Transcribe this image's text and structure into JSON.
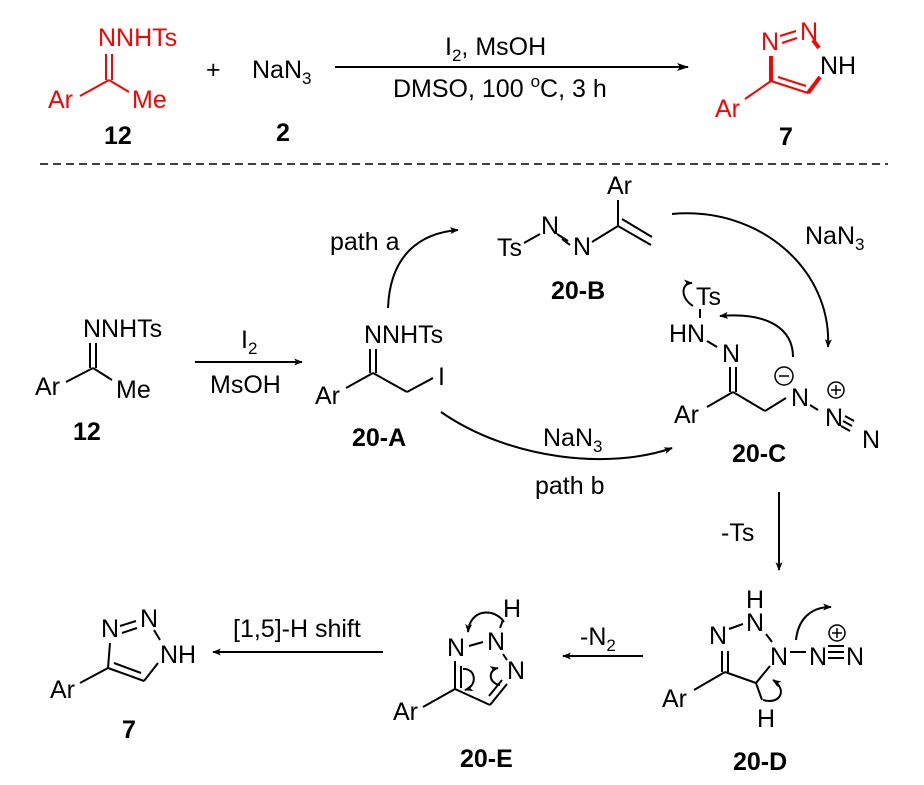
{
  "scheme": {
    "top_reaction": {
      "reactant1": {
        "group_top": "NNHTs",
        "left": "Ar",
        "right": "Me",
        "label": "12",
        "color": "#ff0000"
      },
      "plus": "+",
      "reactant2": {
        "formula": "NaN",
        "subscript": "3",
        "label": "2"
      },
      "conditions_above": {
        "reagent": "I",
        "reagent_sub": "2",
        "rest": ", MsOH"
      },
      "conditions_below": {
        "solvent": "DMSO, 100 ",
        "degree": "o",
        "rest": "C, 3 h"
      },
      "product": {
        "n1": "N",
        "n2": "N",
        "nh": "NH",
        "ar": "Ar",
        "label": "7",
        "color": "#ff0000"
      }
    },
    "mechanism": {
      "start": {
        "group_top": "NNHTs",
        "left": "Ar",
        "right": "Me",
        "label": "12"
      },
      "step1": {
        "above": "I",
        "above_sub": "2",
        "below": "MsOH"
      },
      "int_A": {
        "group_top": "NNHTs",
        "left": "Ar",
        "iodo": "I",
        "label": "20-A"
      },
      "path_a": "path a",
      "int_B": {
        "ts": "Ts",
        "n1": "N",
        "n2": "N",
        "ar": "Ar",
        "label": "20-B"
      },
      "nan3_top": {
        "formula": "NaN",
        "subscript": "3"
      },
      "int_C": {
        "ts": "Ts",
        "hn": "HN",
        "n": "N",
        "ar": "Ar",
        "na": "N",
        "nb": "N",
        "nc": "N",
        "minus": "−",
        "plus": "+",
        "label": "20-C"
      },
      "nan3_bottom": {
        "formula": "NaN",
        "subscript": "3"
      },
      "path_b": "path b",
      "step_ts": "-Ts",
      "int_D": {
        "h_top": "H",
        "n_top": "N",
        "n_left": "N",
        "n_ring": "N",
        "n_az1": "N",
        "n_az2": "N",
        "ar": "Ar",
        "h_bottom": "H",
        "plus": "+",
        "label": "20-D"
      },
      "step_n2": {
        "text": "-N",
        "sub": "2"
      },
      "int_E": {
        "h": "H",
        "n_left": "N",
        "n_top": "N",
        "n_right": "N",
        "ar": "Ar",
        "label": "20-E"
      },
      "step_shift": "[1,5]-H shift",
      "final": {
        "n1": "N",
        "n2": "N",
        "nh": "NH",
        "ar": "Ar",
        "label": "7"
      }
    }
  }
}
